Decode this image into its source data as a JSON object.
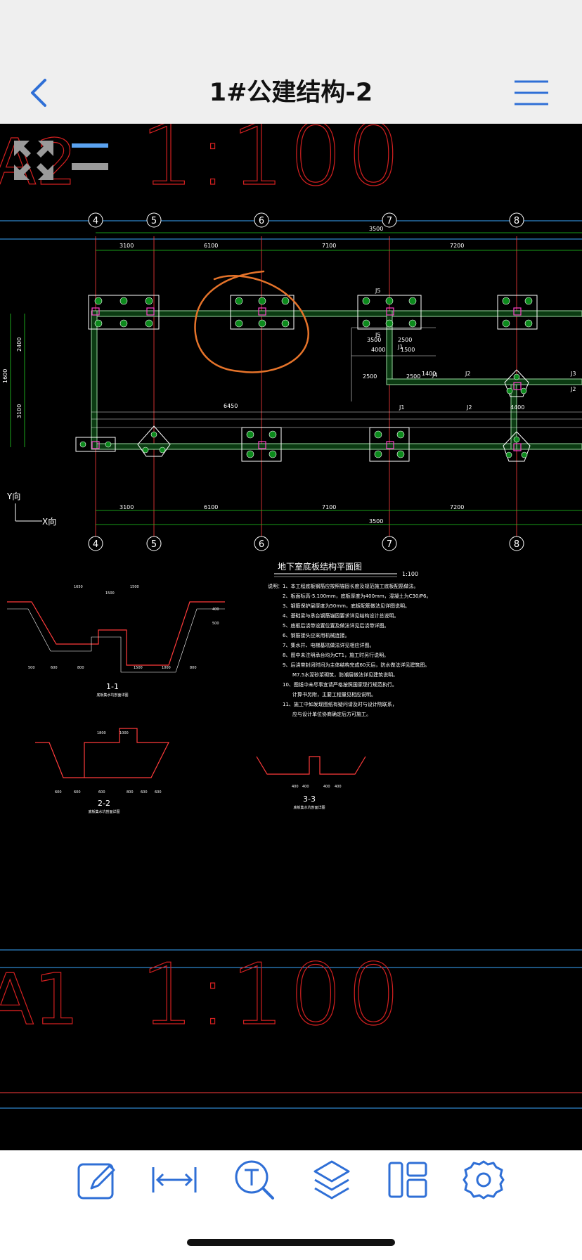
{
  "header": {
    "title": "1#公建结构-2",
    "back_icon": "chevron-left-icon",
    "menu_icon": "hamburger-menu-icon"
  },
  "drawing": {
    "scale_top": "1:100",
    "sheet_top": "A2",
    "scale_bottom": "1:100",
    "sheet_bottom": "A1",
    "grid_axes": [
      "4",
      "5",
      "6",
      "7",
      "8"
    ],
    "dims_top": [
      "3100",
      "6100",
      "7100",
      "7200",
      "3500"
    ],
    "dims_bottom": [
      "3100",
      "6100",
      "7100",
      "7200",
      "3500"
    ],
    "dims_left": [
      "1600",
      "2400",
      "3100"
    ],
    "plan_labels": [
      "J5",
      "J5",
      "J1",
      "J2",
      "J3",
      "J2",
      "J1",
      "J2",
      "J4",
      "3500",
      "2500",
      "4000",
      "1500",
      "2500",
      "2500",
      "1400",
      "4400",
      "6450"
    ],
    "axis_y": "Y向",
    "axis_x": "X向",
    "plan_title": "地下室底板结构平面图",
    "plan_scale": "1:100",
    "notes": [
      "说明：1、本工程底板钢筋应按照锚固长度及规范施工底板配筋做法。",
      "2、板面标高-5.100mm，底板厚度为400mm，混凝土为C30/P6。",
      "3、钢筋保护层厚度为50mm，底板配筋做法见详图说明。",
      "4、基础梁与承台钢筋锚固要求详见结构设计总说明。",
      "5、底板后浇带设置位置及做法详见后浇带详图。",
      "6、钢筋接头应采用机械连接。",
      "7、集水井、电梯基坑做法详见相应详图。",
      "8、图中未注明承台均为CT1，施工时另行说明。",
      "9、后浇带封闭时间为主体结构完成60天后，防水做法详见建筑图。",
      "M7.5水泥砂浆砌筑，防潮层做法详见建筑说明。",
      "10、图纸中未尽事宜请严格按照国家现行规范执行。",
      "计算书另附，主要工程量见相应说明。",
      "11、施工中如发现图纸有疑问请及时与设计院联系，",
      "应与设计单位协商确定后方可施工。"
    ],
    "sections": [
      {
        "label": "1-1",
        "sub": "底板集水坑剖面详图"
      },
      {
        "label": "2-2",
        "sub": "底板集水坑剖面详图"
      },
      {
        "label": "3-3",
        "sub": "底板集水坑剖面详图"
      }
    ],
    "section_dims": [
      "1650",
      "1500",
      "1500",
      "600",
      "800",
      "1500",
      "1000",
      "800",
      "500",
      "400",
      "500",
      "1800",
      "1000",
      "600",
      "600",
      "800",
      "600",
      "600",
      "600",
      "400",
      "400",
      "400",
      "400"
    ]
  },
  "controls": {
    "fullscreen_icon": "expand-arrows-icon",
    "layer_toggle_icon": "layer-lines-icon"
  },
  "annotation": {
    "color": "#e5732a",
    "kind": "freehand-circle-markup"
  },
  "toolbar": {
    "items": [
      {
        "name": "edit-markup",
        "icon": "pencil-square-icon"
      },
      {
        "name": "measure",
        "icon": "dimension-arrow-icon"
      },
      {
        "name": "text-search",
        "icon": "text-search-icon"
      },
      {
        "name": "layers",
        "icon": "layers-icon"
      },
      {
        "name": "layout",
        "icon": "layout-panels-icon"
      },
      {
        "name": "settings",
        "icon": "settings-gear-icon"
      }
    ],
    "accent": "#2f6fd6"
  },
  "colors": {
    "cad_background": "#000000",
    "grid_line": "#ff3b3b",
    "dimension": "#22d022",
    "wall_hatch": "#9ad8a0",
    "sheet_border": "#3aa8ff",
    "text": "#ffffff"
  }
}
